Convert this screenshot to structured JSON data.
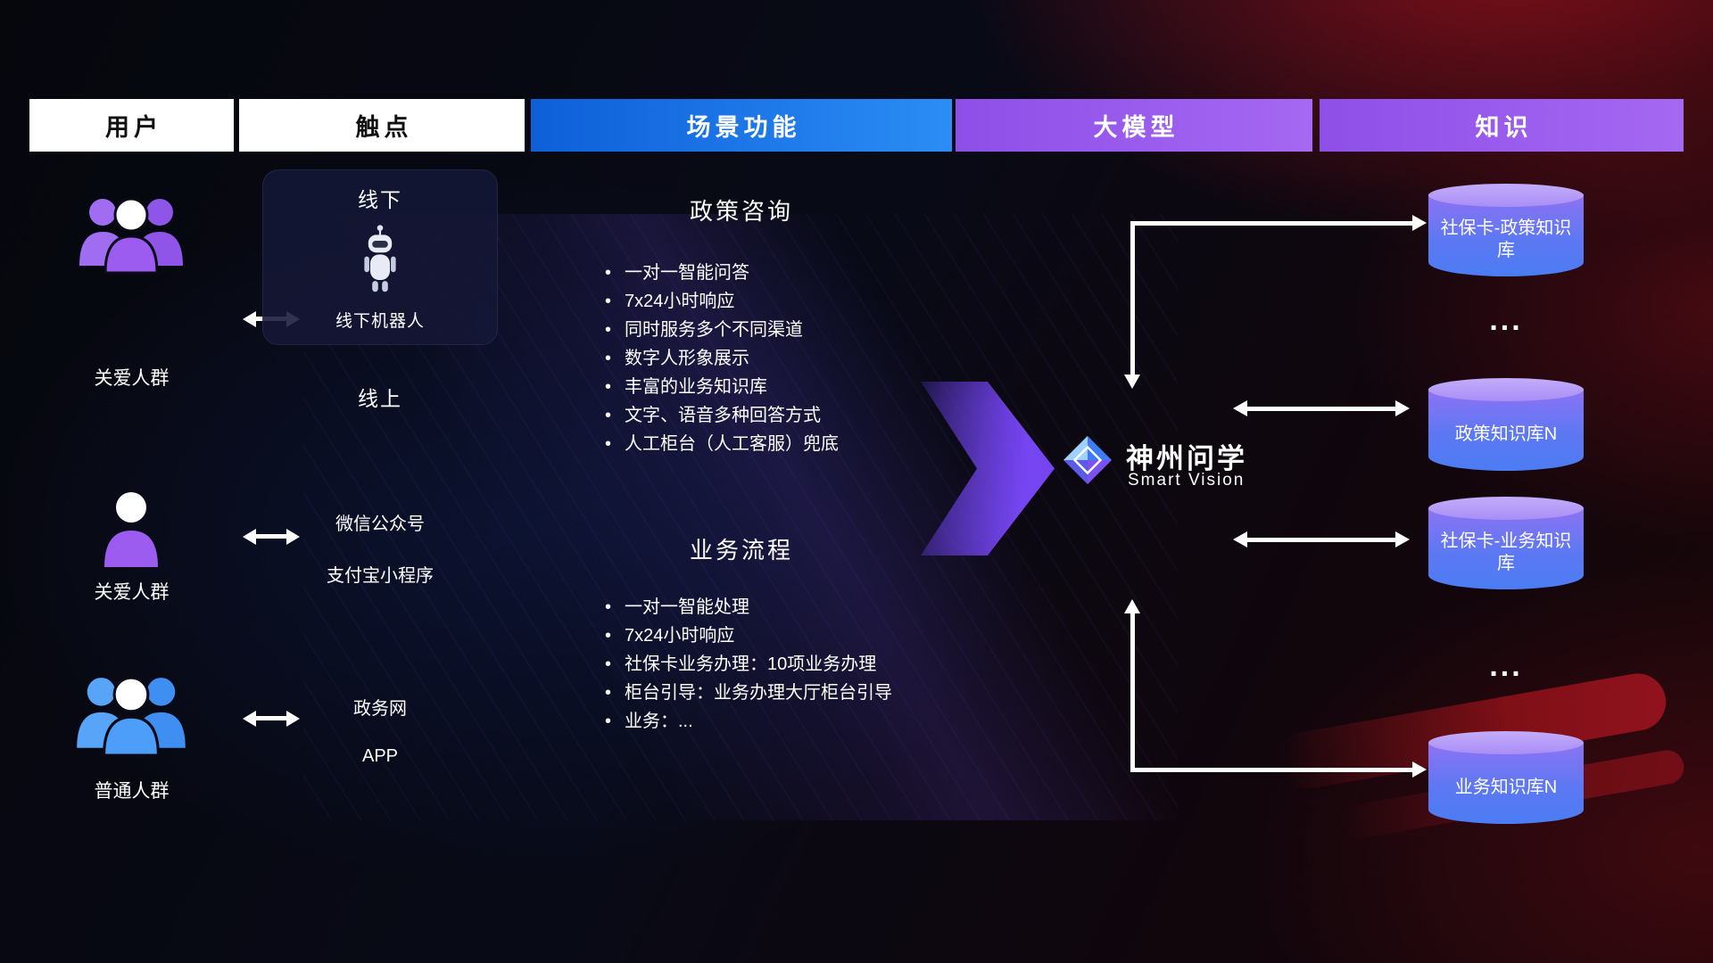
{
  "headers": [
    {
      "label": "用户"
    },
    {
      "label": "触点"
    },
    {
      "label": "场景功能"
    },
    {
      "label": "大模型"
    },
    {
      "label": "知识"
    }
  ],
  "users": [
    {
      "label": "关爱人群",
      "icon": "group-people-purple-icon"
    },
    {
      "label": "关爱人群",
      "icon": "single-person-purple-icon"
    },
    {
      "label": "普通人群",
      "icon": "group-people-blue-icon"
    }
  ],
  "touchpoints": {
    "offline_title": "线下",
    "offline_robot": "线下机器人",
    "online_title": "线上",
    "wechat": "微信公众号",
    "alipay": "支付宝小程序",
    "gov": "政务网",
    "app": "APP"
  },
  "scenarios": [
    {
      "title": "政策咨询",
      "items": [
        "一对一智能问答",
        "7x24小时响应",
        "同时服务多个不同渠道",
        "数字人形象展示",
        "丰富的业务知识库",
        "文字、语音多种回答方式",
        "人工柜台（人工客服）兜底"
      ]
    },
    {
      "title": "业务流程",
      "items": [
        "一对一智能处理",
        "7x24小时响应",
        "社保卡业务办理：10项业务办理",
        "柜台引导：业务办理大厅柜台引导",
        "业务：..."
      ]
    }
  ],
  "model": {
    "name": "神州问学",
    "subtitle": "Smart Vision"
  },
  "knowledge": [
    {
      "label": "社保卡-政策知识库"
    },
    {
      "label": "政策知识库N"
    },
    {
      "label": "社保卡-业务知识库"
    },
    {
      "label": "业务知识库N"
    }
  ],
  "ellipsis": "...",
  "colors": {
    "header_blue": "#1778f2",
    "header_purple": "#9a5bf0",
    "cylinder_top": "#b7a1f8",
    "cylinder_body_top": "#8d73f3",
    "cylinder_body_bottom": "#4b7cf3",
    "people_purple": "#9d5cf0",
    "people_blue": "#4d9ef8",
    "arrow_white": "#ffffff",
    "big_arrow_purple": "#7a48fa",
    "swoosh_red": "#8f1118"
  }
}
